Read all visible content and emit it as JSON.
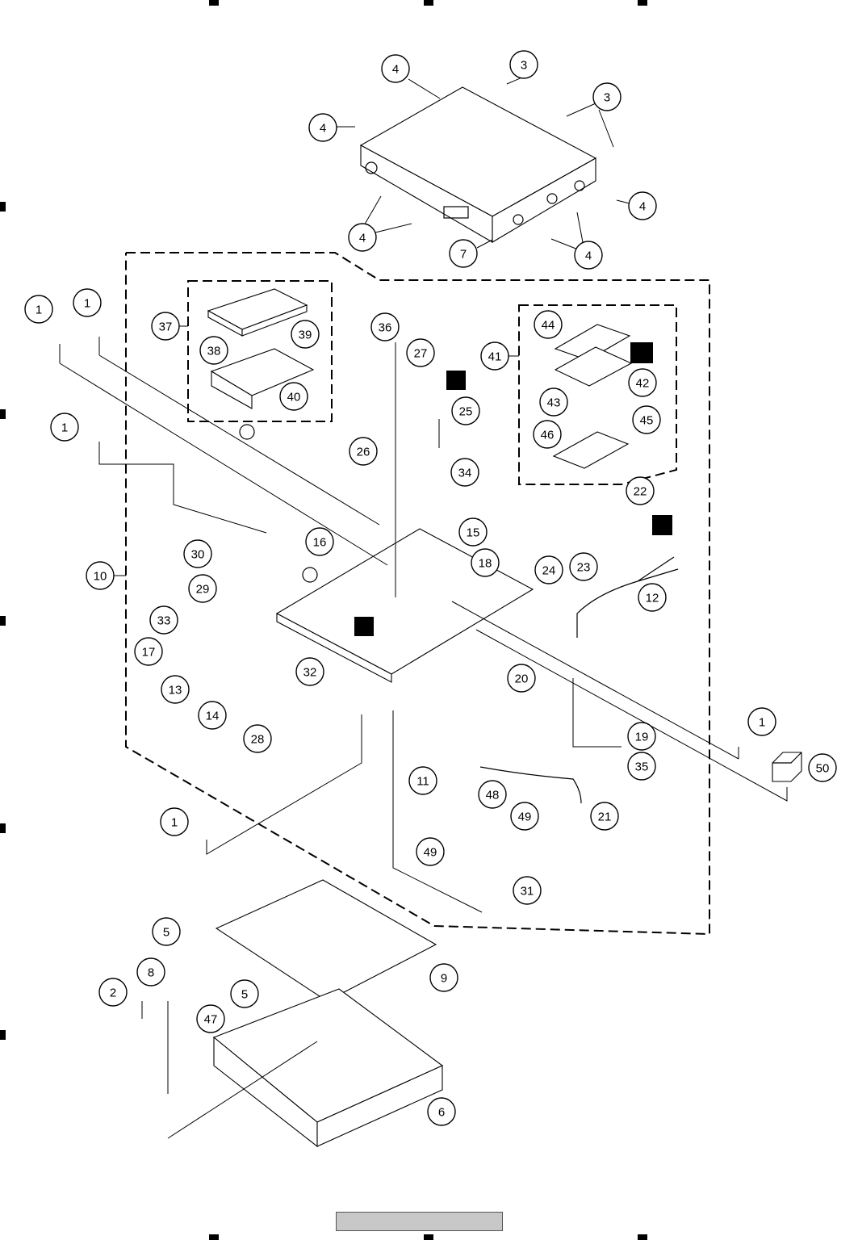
{
  "callouts": [
    {
      "label": "4"
    },
    {
      "label": "3"
    },
    {
      "label": "3"
    },
    {
      "label": "4"
    },
    {
      "label": "4"
    },
    {
      "label": "4"
    },
    {
      "label": "7"
    },
    {
      "label": "4"
    },
    {
      "label": "1"
    },
    {
      "label": "1"
    },
    {
      "label": "37"
    },
    {
      "label": "38"
    },
    {
      "label": "39"
    },
    {
      "label": "40"
    },
    {
      "label": "36"
    },
    {
      "label": "27"
    },
    {
      "label": "25"
    },
    {
      "label": "26"
    },
    {
      "label": "44"
    },
    {
      "label": "41"
    },
    {
      "label": "42"
    },
    {
      "label": "43"
    },
    {
      "label": "45"
    },
    {
      "label": "46"
    },
    {
      "label": "1"
    },
    {
      "label": "34"
    },
    {
      "label": "22"
    },
    {
      "label": "16"
    },
    {
      "label": "30"
    },
    {
      "label": "15"
    },
    {
      "label": "10"
    },
    {
      "label": "29"
    },
    {
      "label": "18"
    },
    {
      "label": "24"
    },
    {
      "label": "23"
    },
    {
      "label": "12"
    },
    {
      "label": "33"
    },
    {
      "label": "17"
    },
    {
      "label": "32"
    },
    {
      "label": "20"
    },
    {
      "label": "13"
    },
    {
      "label": "14"
    },
    {
      "label": "28"
    },
    {
      "label": "19"
    },
    {
      "label": "1"
    },
    {
      "label": "35"
    },
    {
      "label": "50"
    },
    {
      "label": "11"
    },
    {
      "label": "48"
    },
    {
      "label": "49"
    },
    {
      "label": "21"
    },
    {
      "label": "1"
    },
    {
      "label": "49"
    },
    {
      "label": "31"
    },
    {
      "label": "5"
    },
    {
      "label": "8"
    },
    {
      "label": "9"
    },
    {
      "label": "2"
    },
    {
      "label": "5"
    },
    {
      "label": "47"
    },
    {
      "label": "6"
    }
  ]
}
